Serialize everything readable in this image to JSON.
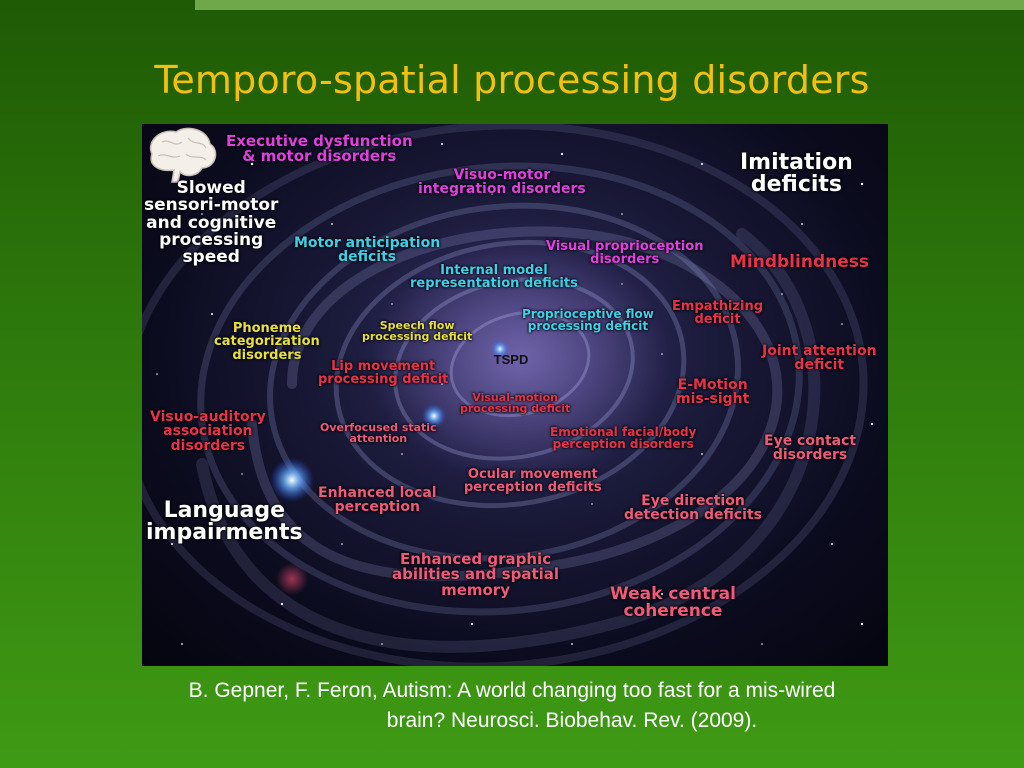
{
  "title": "Temporo-spatial processing disorders",
  "center_label": "TSPD",
  "citation": {
    "line1": "B. Gepner, F. Feron, Autism: A world changing too fast for a mis-wired",
    "line2": "brain? Neurosci. Biobehav. Rev. (2009)."
  },
  "colors": {
    "title": "#f3c010",
    "white": "#ffffff",
    "magenta": "#e040e0",
    "cyan": "#3fd0e8",
    "yellow": "#e8e040",
    "red": "#e8324a",
    "pink": "#f05a7a"
  },
  "labels": [
    {
      "key": "exec",
      "lines": [
        "Executive dysfunction",
        "& motor disorders"
      ],
      "color": "magenta"
    },
    {
      "key": "visuo-motor",
      "lines": [
        "Visuo-motor",
        "integration disorders"
      ],
      "color": "magenta"
    },
    {
      "key": "imitation",
      "lines": [
        "Imitation",
        "deficits"
      ],
      "color": "white"
    },
    {
      "key": "slowed",
      "lines": [
        "Slowed",
        "sensori-motor",
        "and cognitive",
        "processing",
        "speed"
      ],
      "color": "white"
    },
    {
      "key": "motor-anticipation",
      "lines": [
        "Motor anticipation",
        "deficits"
      ],
      "color": "cyan"
    },
    {
      "key": "visual-proprio",
      "lines": [
        "Visual proprioception",
        "disorders"
      ],
      "color": "magenta"
    },
    {
      "key": "mindblindness",
      "lines": [
        "Mindblindness"
      ],
      "color": "red"
    },
    {
      "key": "internal-model",
      "lines": [
        "Internal model",
        "representation deficits"
      ],
      "color": "cyan"
    },
    {
      "key": "proprio-flow",
      "lines": [
        "Proprioceptive flow",
        "processing deficit"
      ],
      "color": "cyan"
    },
    {
      "key": "empathizing",
      "lines": [
        "Empathizing",
        "deficit"
      ],
      "color": "red"
    },
    {
      "key": "phoneme",
      "lines": [
        "Phoneme",
        "categorization",
        "disorders"
      ],
      "color": "yellow"
    },
    {
      "key": "speech-flow",
      "lines": [
        "Speech flow",
        "processing deficit"
      ],
      "color": "yellow"
    },
    {
      "key": "joint-attention",
      "lines": [
        "Joint attention",
        "deficit"
      ],
      "color": "red"
    },
    {
      "key": "lip-movement",
      "lines": [
        "Lip movement",
        "processing deficit"
      ],
      "color": "red"
    },
    {
      "key": "e-motion",
      "lines": [
        "E-Motion",
        "mis-sight"
      ],
      "color": "red"
    },
    {
      "key": "visual-motion",
      "lines": [
        "Visual-motion",
        "processing deficit"
      ],
      "color": "red"
    },
    {
      "key": "visuo-auditory",
      "lines": [
        "Visuo-auditory",
        "association",
        "disorders"
      ],
      "color": "red"
    },
    {
      "key": "overfocused",
      "lines": [
        "Overfocused static",
        "attention"
      ],
      "color": "pink"
    },
    {
      "key": "emotional-facial",
      "lines": [
        "Emotional facial/body",
        "perception disorders"
      ],
      "color": "red"
    },
    {
      "key": "eye-contact",
      "lines": [
        "Eye contact",
        "disorders"
      ],
      "color": "pink"
    },
    {
      "key": "ocular",
      "lines": [
        "Ocular movement",
        "perception deficits"
      ],
      "color": "pink"
    },
    {
      "key": "enhanced-local",
      "lines": [
        "Enhanced local",
        "perception"
      ],
      "color": "pink"
    },
    {
      "key": "eye-direction",
      "lines": [
        "Eye direction",
        "detection deficits"
      ],
      "color": "pink"
    },
    {
      "key": "language",
      "lines": [
        "Language",
        "impairments"
      ],
      "color": "white"
    },
    {
      "key": "enhanced-graphic",
      "lines": [
        "Enhanced graphic",
        "abilities and spatial",
        "memory"
      ],
      "color": "pink"
    },
    {
      "key": "weak-central",
      "lines": [
        "Weak central",
        "coherence"
      ],
      "color": "pink"
    }
  ]
}
